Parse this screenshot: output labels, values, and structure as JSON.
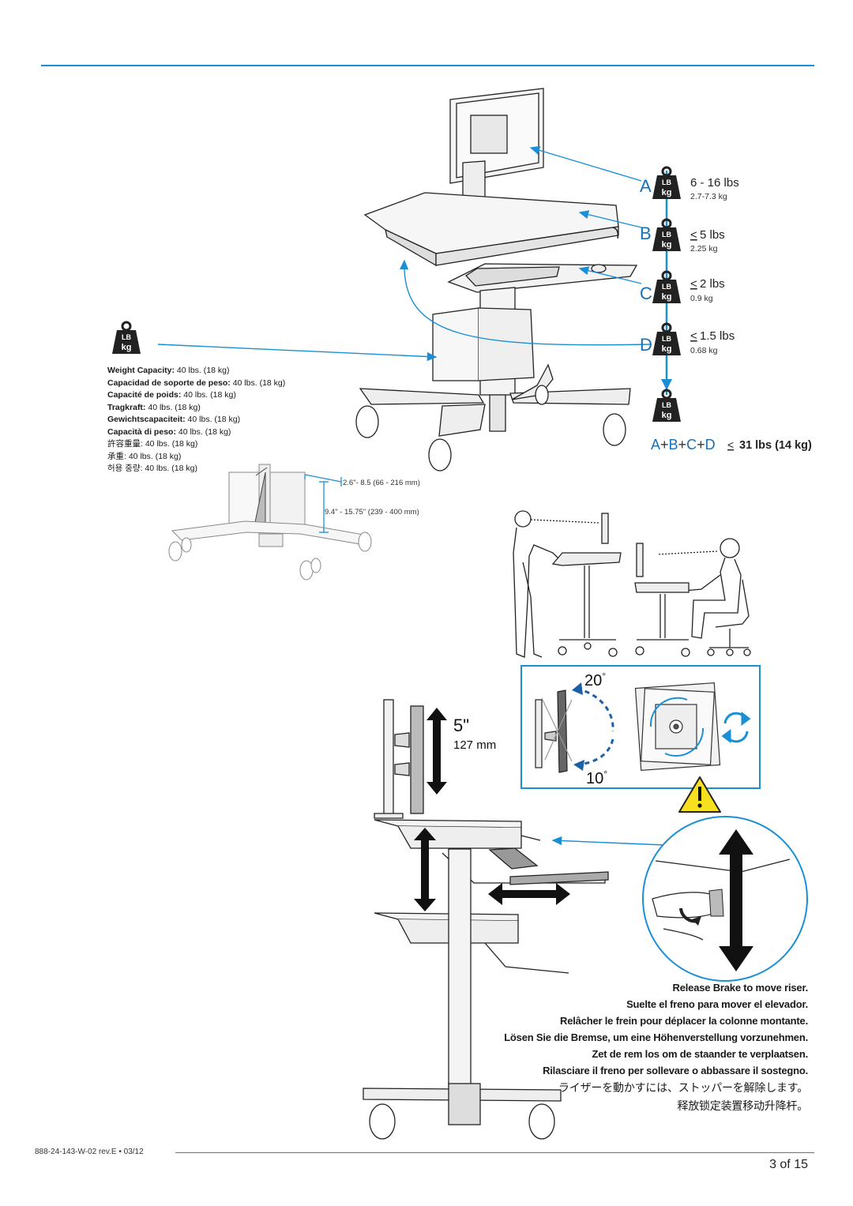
{
  "loads": [
    {
      "letter": "A",
      "value": "6 - 16 lbs",
      "metric": "2.7-7.3 kg"
    },
    {
      "letter": "B",
      "value": "5 lbs",
      "metric": "2.25 kg"
    },
    {
      "letter": "C",
      "value": "2 lbs",
      "metric": "0.9 kg"
    },
    {
      "letter": "D",
      "value": "1.5 lbs",
      "metric": "0.68 kg"
    }
  ],
  "weight_icon": {
    "top": "LB",
    "bottom": "kg"
  },
  "le_symbol": "<",
  "total": {
    "formula_a": "A",
    "formula_b": "B",
    "formula_c": "C",
    "formula_d": "D",
    "plus": "+",
    "value": "31 lbs (14 kg)"
  },
  "weight_capacity": [
    {
      "label": "Weight Capacity:",
      "value": "40 lbs. (18 kg)"
    },
    {
      "label": "Capacidad de soporte de peso:",
      "value": "40 lbs. (18 kg)"
    },
    {
      "label": "Capacité de poids:",
      "value": "40 lbs. (18 kg)"
    },
    {
      "label": "Tragkraft:",
      "value": "40 lbs. (18 kg)"
    },
    {
      "label": "Gewichtscapaciteit:",
      "value": "40 lbs. (18 kg)"
    },
    {
      "label": "Capacità di peso:",
      "value": "40 lbs. (18 kg)"
    },
    {
      "label": "許容重量:",
      "value": "40 lbs. (18 kg)"
    },
    {
      "label": "承重:",
      "value": "40 lbs. (18 kg)"
    },
    {
      "label": "허용 중량:",
      "value": "40 lbs. (18 kg)"
    }
  ],
  "cpu_holder": {
    "width": "2.6\"- 8.5 (66 - 216 mm)",
    "height": "9.4\" - 15.75\" (239 - 400 mm)"
  },
  "monitor": {
    "height_adj": "5\"",
    "height_adj_mm": "127 mm",
    "tilt_up": "20",
    "tilt_down": "10",
    "degree": "°"
  },
  "brake_instructions": [
    "Release Brake to move riser.",
    "Suelte el freno para mover el elevador.",
    "Relâcher le frein pour déplacer la colonne montante.",
    "Lösen Sie die Bremse, um eine Höhenverstellung vorzunehmen.",
    "Zet de rem los om de staander te verplaatsen.",
    "Rilasciare il freno per sollevare o abbassare il sostegno.",
    "ライザーを動かすには、ストッパーを解除します。",
    "释放锁定装置移动升降杆。"
  ],
  "footer": {
    "doc_id": "888-24-143-W-02 rev.E • 03/12",
    "page": "3 of 15"
  },
  "colors": {
    "accent": "#1a8fd6",
    "label_blue": "#1670b8",
    "warning": "#f7e01d"
  }
}
